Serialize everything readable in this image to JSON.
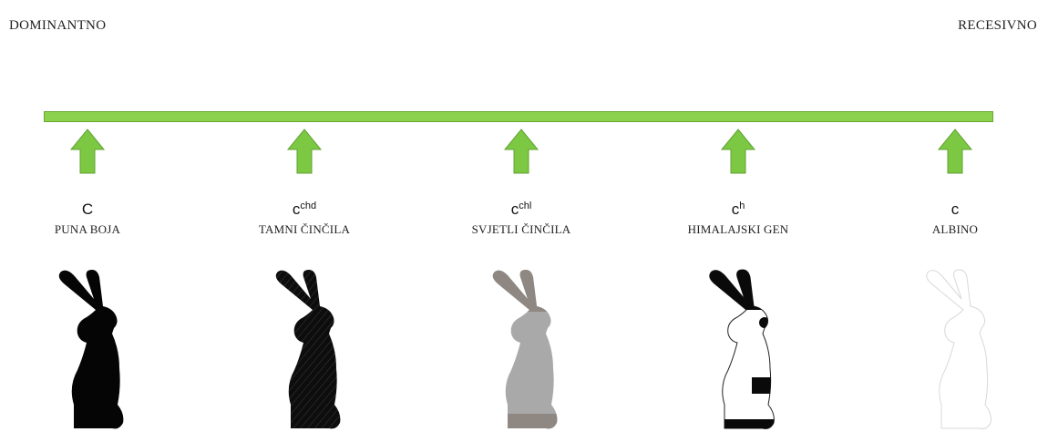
{
  "left_label": "DOMINANTNO",
  "right_label": "RECESIVNO",
  "colors": {
    "bar": "#8cd14d",
    "arrow": "#7cc843"
  },
  "alleles": [
    {
      "base": "C",
      "sup": "",
      "name": "PUNA BOJA",
      "rabbit": "solid-black-rabbit-icon"
    },
    {
      "base": "c",
      "sup": "chd",
      "name": "TAMNI ČINČILA",
      "rabbit": "dark-chinchilla-rabbit-icon"
    },
    {
      "base": "c",
      "sup": "chl",
      "name": "SVJETLI ČINČILA",
      "rabbit": "light-chinchilla-rabbit-icon"
    },
    {
      "base": "c",
      "sup": "h",
      "name": "HIMALAJSKI GEN",
      "rabbit": "himalayan-rabbit-icon"
    },
    {
      "base": "c",
      "sup": "",
      "name": "ALBINO",
      "rabbit": "albino-rabbit-icon"
    }
  ]
}
